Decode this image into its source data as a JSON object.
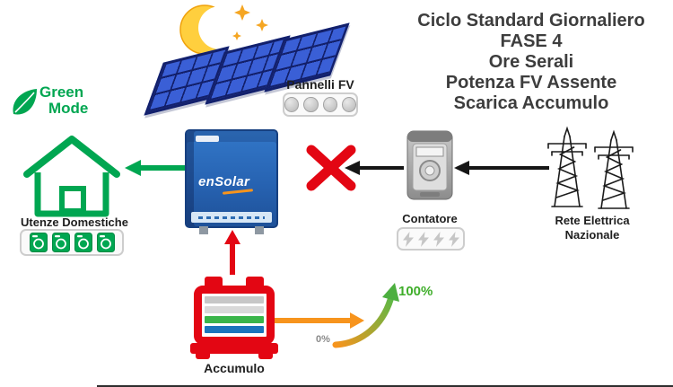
{
  "title": {
    "lines": [
      "Ciclo Standard Giornaliero",
      "FASE 4",
      "Ore Serali",
      "Potenza FV Assente",
      "Scarica Accumulo"
    ]
  },
  "panels": {
    "label": "Pannelli FV",
    "led_count": 4,
    "leds_active": false
  },
  "green_mode": {
    "line1": "Green",
    "line2": "Mode"
  },
  "house": {
    "label": "Utenze Domestiche",
    "appliance_count": 4
  },
  "inverter": {
    "brand": "enSolar"
  },
  "meter": {
    "label": "Contatore",
    "bolt_count": 4,
    "bolts_active": false
  },
  "grid": {
    "line1": "Rete Elettrica",
    "line2": "Nazionale"
  },
  "battery": {
    "label": "Accumulo",
    "soc_high": "100%",
    "soc_low": "0%"
  },
  "colors": {
    "green": "#00a651",
    "red": "#e30613",
    "orange": "#f7941d",
    "panel_blue": "#3a5fd6",
    "inverter_blue": "#2763b2",
    "title_gray": "#3d3d3d",
    "inactive_gray": "#c6c6c6"
  },
  "icons": {
    "moon": "crescent-moon",
    "stars": "sparkle-stars",
    "solar_panel": "pv-panel",
    "leaf": "green-leaf",
    "house": "home-outline",
    "appliance": "washing-machine",
    "inverter": "inverter-unit",
    "meter": "energy-meter",
    "bolt": "lightning-bolt",
    "pylon": "transmission-tower",
    "battery": "storage-battery",
    "blocked": "red-x"
  }
}
